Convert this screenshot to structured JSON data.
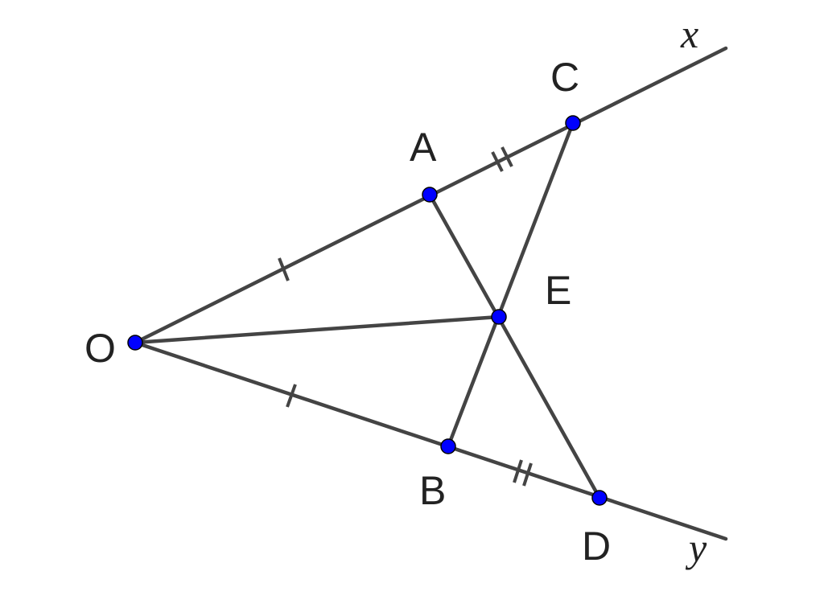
{
  "diagram": {
    "points": [
      {
        "id": "O",
        "label": "O"
      },
      {
        "id": "A",
        "label": "A"
      },
      {
        "id": "B",
        "label": "B"
      },
      {
        "id": "C",
        "label": "C"
      },
      {
        "id": "D",
        "label": "D"
      },
      {
        "id": "E",
        "label": "E"
      }
    ],
    "rays": [
      {
        "id": "x",
        "label": "x",
        "from": "O",
        "through": [
          "A",
          "C"
        ]
      },
      {
        "id": "y",
        "label": "y",
        "from": "O",
        "through": [
          "B",
          "D"
        ]
      }
    ],
    "segments": [
      {
        "from": "O",
        "to": "E"
      },
      {
        "from": "A",
        "to": "D"
      },
      {
        "from": "B",
        "to": "C"
      }
    ],
    "equal_marks": [
      {
        "segments": [
          "OA",
          "OB"
        ],
        "ticks": 1
      },
      {
        "segments": [
          "AC",
          "BD"
        ],
        "ticks": 2
      }
    ],
    "colors": {
      "line": "#444444",
      "point_fill": "#0000ff",
      "label": "#222222",
      "background": "#ffffff"
    }
  }
}
